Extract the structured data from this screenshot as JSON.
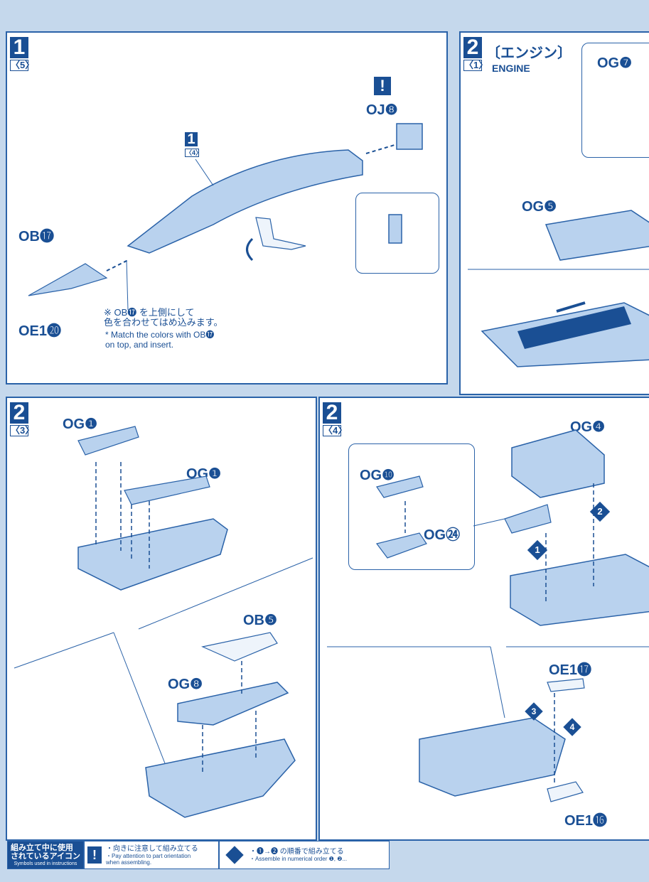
{
  "panels": {
    "p1": {
      "step": "1",
      "sub": "〈5〉",
      "inner_step": "1",
      "inner_sub": "〈4〉",
      "labels": {
        "oj8": "OJ❽",
        "ob17": "OB⓱",
        "oe120": "OE1⓴"
      },
      "note_jp": "※ OB⓱ を上側にして\n色を合わせてはめ込みます。",
      "note_en": "* Match the colors with OB⓱\non top, and insert."
    },
    "p2": {
      "step": "2",
      "sub": "〈1〉",
      "title_jp": "〔エンジン〕",
      "title_en": "ENGINE",
      "labels": {
        "og7": "OG❼",
        "og5": "OG❺"
      }
    },
    "p3": {
      "step": "2",
      "sub": "〈3〉",
      "labels": {
        "og1a": "OG❶",
        "og1b": "OG❶",
        "ob5": "OB❺",
        "og8": "OG❽"
      }
    },
    "p4": {
      "step": "2",
      "sub": "〈4〉",
      "labels": {
        "og4": "OG❹",
        "og10": "OG❿",
        "og24": "OG㉔",
        "oe117": "OE1⓱",
        "oe116": "OE1⓰"
      },
      "order": {
        "d1": "1",
        "d2": "2",
        "d3": "3",
        "d4": "4"
      }
    }
  },
  "legend": {
    "title_jp": "組み立て中に使用\nされているアイコン",
    "title_en": "Symbols used in instructions",
    "item1_jp": "・向きに注意して組み立てる",
    "item1_en": "・Pay attention to part orientation\n when assembling.",
    "item2_jp": "・❶→❷ の順番で組み立てる",
    "item2_en": "・Assemble in numerical order ❶, ❷..."
  },
  "colors": {
    "accent": "#1a4f94",
    "part": "#b9d2ee",
    "bg": "#c5d8ec"
  }
}
